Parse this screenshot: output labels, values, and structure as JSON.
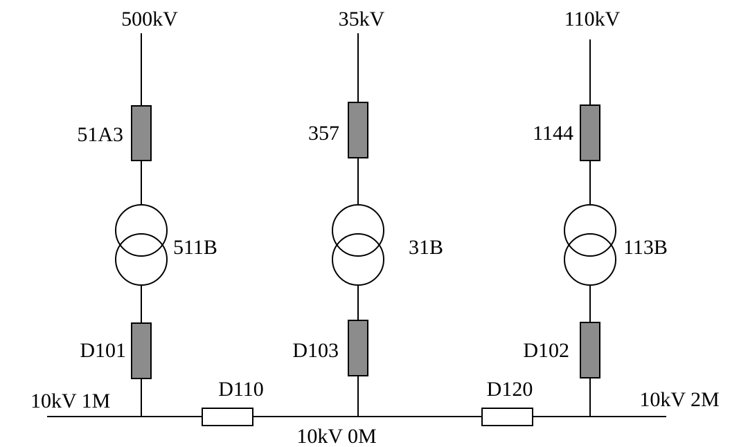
{
  "sources": {
    "left": "500kV",
    "middle": "35kV",
    "right": "110kV"
  },
  "high_side_breakers": {
    "left": "51A3",
    "middle": "357",
    "right": "1144"
  },
  "transformers": {
    "left": "511B",
    "middle": "31B",
    "right": "113B"
  },
  "low_side_breakers": {
    "left": "D101",
    "middle": "D103",
    "right": "D102"
  },
  "buses": {
    "left": "10kV 1M",
    "middle": "10kV 0M",
    "right": "10kV 2M"
  },
  "bus_ties": {
    "left": "D110",
    "right": "D120"
  },
  "colors": {
    "breaker_fill": "#8c8c8c",
    "tie_breaker_fill": "#ffffff",
    "line": "#000000"
  }
}
